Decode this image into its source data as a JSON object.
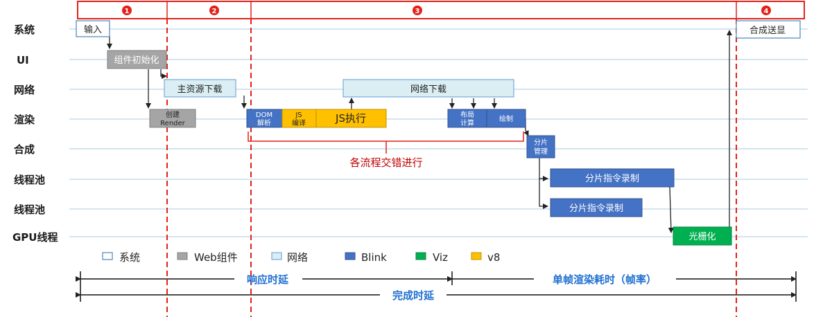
{
  "lanes": [
    "系统",
    "UI",
    "网络",
    "渲染",
    "合成",
    "线程池",
    "线程池",
    "GPU线程"
  ],
  "phases": [
    "1",
    "2",
    "3",
    "4"
  ],
  "boxes": {
    "input": "输入",
    "component_init": "组件初始化",
    "main_resource": "主资源下载",
    "create_render": [
      "创建",
      "Render"
    ],
    "dom_parse": [
      "DOM",
      "解析"
    ],
    "js_compile": [
      "JS",
      "编译"
    ],
    "js_exec": "JS执行",
    "net_download": "网络下载",
    "layout": [
      "布局",
      "计算"
    ],
    "paint": "绘制",
    "tile_mgmt": [
      "分片",
      "管理"
    ],
    "tile_record_1": "分片指令录制",
    "tile_record_2": "分片指令录制",
    "raster": "光栅化",
    "composite_display": "合成送显"
  },
  "note": "各流程交错进行",
  "legend": [
    {
      "label": "系统",
      "color": "#ffffff"
    },
    {
      "label": "Web组件",
      "color": "#a5a5a5"
    },
    {
      "label": "网络",
      "color": "#dbeef4"
    },
    {
      "label": "Blink",
      "color": "#4472c4"
    },
    {
      "label": "Viz",
      "color": "#00b050"
    },
    {
      "label": "v8",
      "color": "#ffc000"
    }
  ],
  "metrics": {
    "response_latency": "响应时延",
    "frame_time": "单帧渲染耗时（帧率）",
    "completion_latency": "完成时延"
  },
  "colors": {
    "system": "#ffffff",
    "web_component": "#a5a5a5",
    "network": "#dbeef4",
    "blink": "#4472c4",
    "viz": "#00b050",
    "v8": "#ffc000",
    "accent_red": "#e32119",
    "metric_blue": "#1e6fd0"
  }
}
